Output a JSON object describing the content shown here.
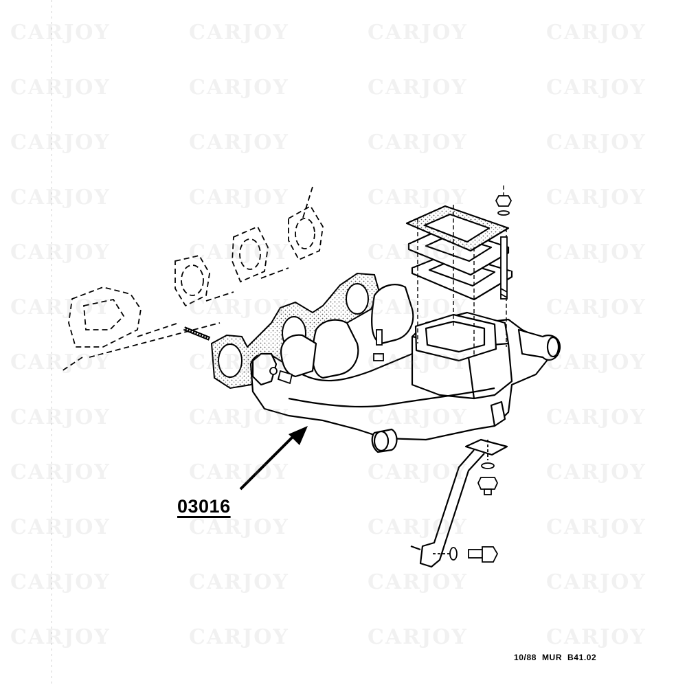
{
  "diagram": {
    "part_number": "03016",
    "reference_code": "10/88  MUR  B41.02",
    "watermark_text": "CARJOY"
  },
  "colors": {
    "ink": "#000000",
    "gasket_fill": "#cfcfcf",
    "paper": "#ffffff"
  }
}
